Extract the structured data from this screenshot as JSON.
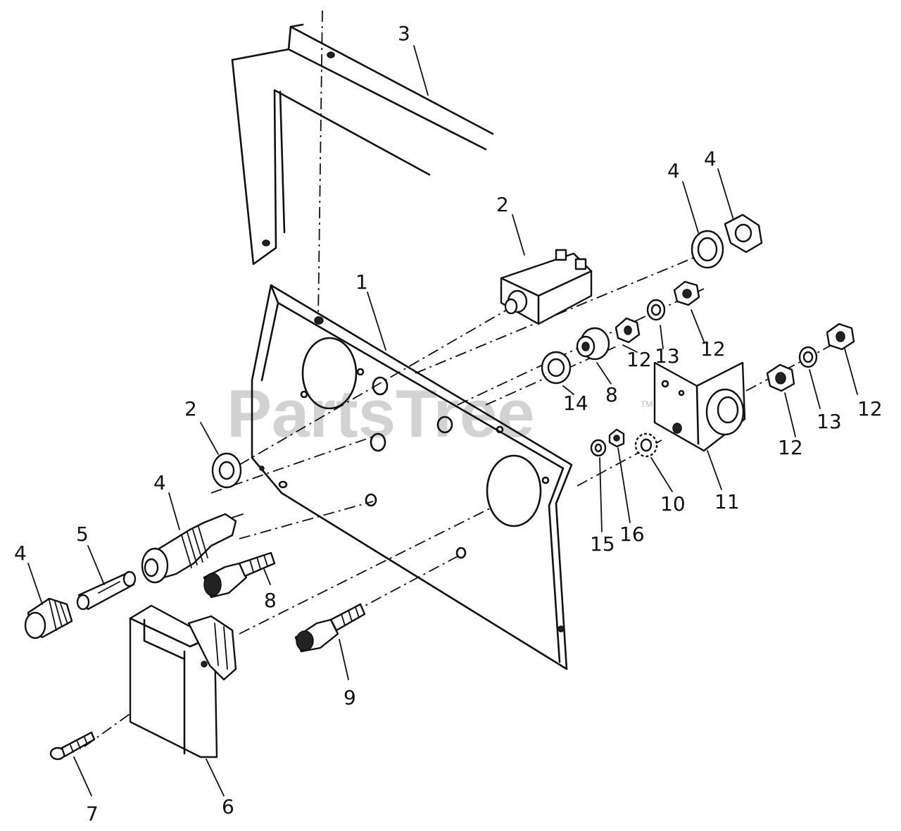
{
  "watermark": {
    "text": "PartsTree",
    "trademark": "TM"
  },
  "callouts": [
    {
      "id": "c-3",
      "text": "3"
    },
    {
      "id": "c-2-top",
      "text": "2"
    },
    {
      "id": "c-4-a",
      "text": "4"
    },
    {
      "id": "c-4-b",
      "text": "4"
    },
    {
      "id": "c-1",
      "text": "1"
    },
    {
      "id": "c-12-a",
      "text": "12"
    },
    {
      "id": "c-13-a",
      "text": "13"
    },
    {
      "id": "c-12-b",
      "text": "12"
    },
    {
      "id": "c-8-top",
      "text": "8"
    },
    {
      "id": "c-14",
      "text": "14"
    },
    {
      "id": "c-2-left",
      "text": "2"
    },
    {
      "id": "c-12-c",
      "text": "12"
    },
    {
      "id": "c-13-b",
      "text": "13"
    },
    {
      "id": "c-12-d",
      "text": "12"
    },
    {
      "id": "c-11",
      "text": "11"
    },
    {
      "id": "c-10",
      "text": "10"
    },
    {
      "id": "c-16",
      "text": "16"
    },
    {
      "id": "c-15",
      "text": "15"
    },
    {
      "id": "c-4-mid",
      "text": "4"
    },
    {
      "id": "c-5",
      "text": "5"
    },
    {
      "id": "c-4-left",
      "text": "4"
    },
    {
      "id": "c-8-bot",
      "text": "8"
    },
    {
      "id": "c-9",
      "text": "9"
    },
    {
      "id": "c-7",
      "text": "7"
    },
    {
      "id": "c-6",
      "text": "6"
    }
  ]
}
